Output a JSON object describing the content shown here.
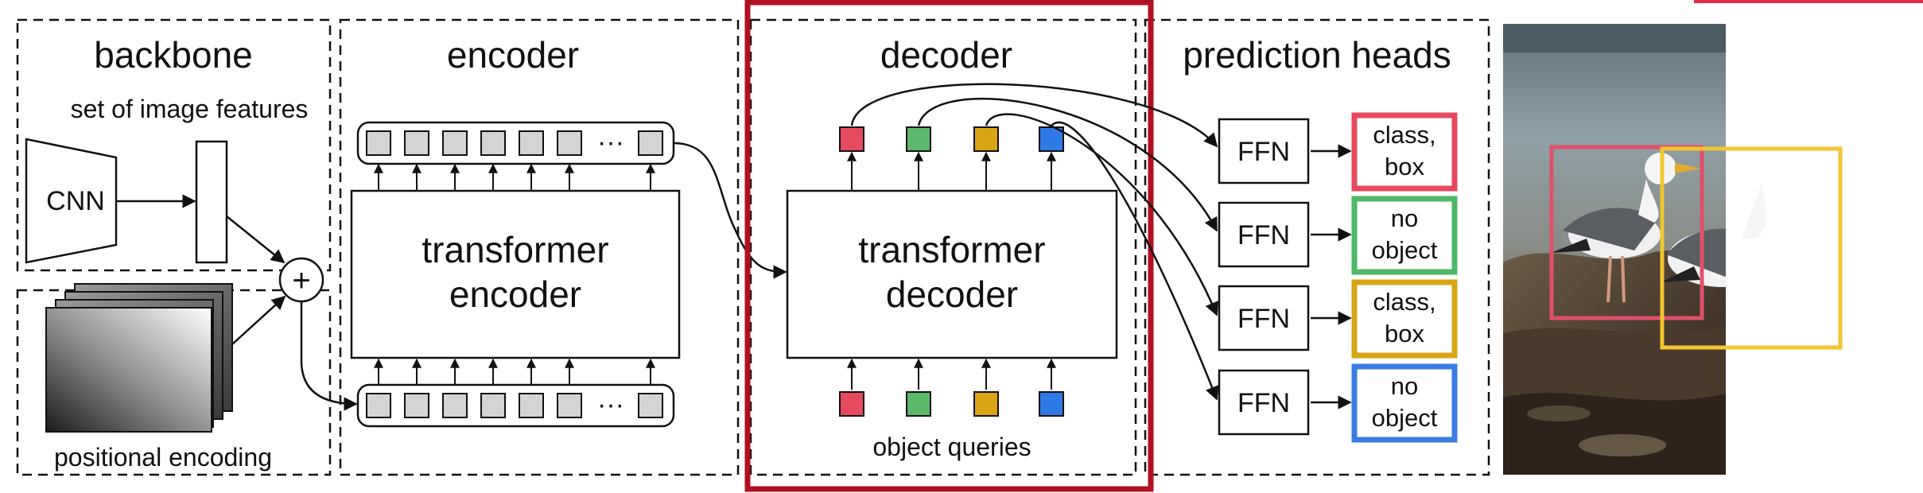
{
  "sections": {
    "backbone": "backbone",
    "encoder": "encoder",
    "decoder": "decoder",
    "prediction_heads": "prediction heads"
  },
  "labels": {
    "set_of_image_features": "set of image features",
    "cnn": "CNN",
    "plus": "+",
    "positional_encoding": "positional encoding",
    "ellipsis": "···",
    "object_queries": "object queries"
  },
  "transformer_encoder": {
    "line1": "transformer",
    "line2": "encoder"
  },
  "transformer_decoder": {
    "line1": "transformer",
    "line2": "decoder"
  },
  "heads": [
    {
      "ffn": "FFN",
      "line1": "class,",
      "line2": "box",
      "color": "#e64a5e"
    },
    {
      "ffn": "FFN",
      "line1": "no",
      "line2": "object",
      "color": "#4db865"
    },
    {
      "ffn": "FFN",
      "line1": "class,",
      "line2": "box",
      "color": "#d9a516"
    },
    {
      "ffn": "FFN",
      "line1": "no",
      "line2": "object",
      "color": "#3a7de0"
    }
  ],
  "query_colors": [
    "#e64a5e",
    "#5cb86b",
    "#d9a516",
    "#2f7ae6"
  ],
  "highlight_color": "#b01020",
  "photo": {
    "box_colors": [
      "#e0506a",
      "#f2c531"
    ]
  }
}
